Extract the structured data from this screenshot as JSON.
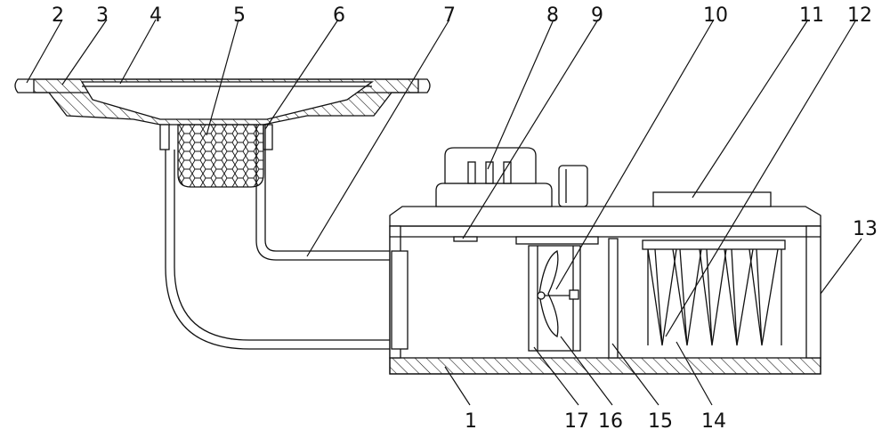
{
  "callouts": [
    {
      "id": "c2",
      "text": "2"
    },
    {
      "id": "c3",
      "text": "3"
    },
    {
      "id": "c4",
      "text": "4"
    },
    {
      "id": "c5",
      "text": "5"
    },
    {
      "id": "c6",
      "text": "6"
    },
    {
      "id": "c7",
      "text": "7"
    },
    {
      "id": "c8",
      "text": "8"
    },
    {
      "id": "c9",
      "text": "9"
    },
    {
      "id": "c10",
      "text": "10"
    },
    {
      "id": "c11",
      "text": "11"
    },
    {
      "id": "c12",
      "text": "12"
    },
    {
      "id": "c13",
      "text": "13"
    },
    {
      "id": "c1",
      "text": "1"
    },
    {
      "id": "c17",
      "text": "17"
    },
    {
      "id": "c16",
      "text": "16"
    },
    {
      "id": "c15",
      "text": "15"
    },
    {
      "id": "c14",
      "text": "14"
    }
  ],
  "colors": {
    "line": "#111111",
    "background": "#ffffff"
  }
}
